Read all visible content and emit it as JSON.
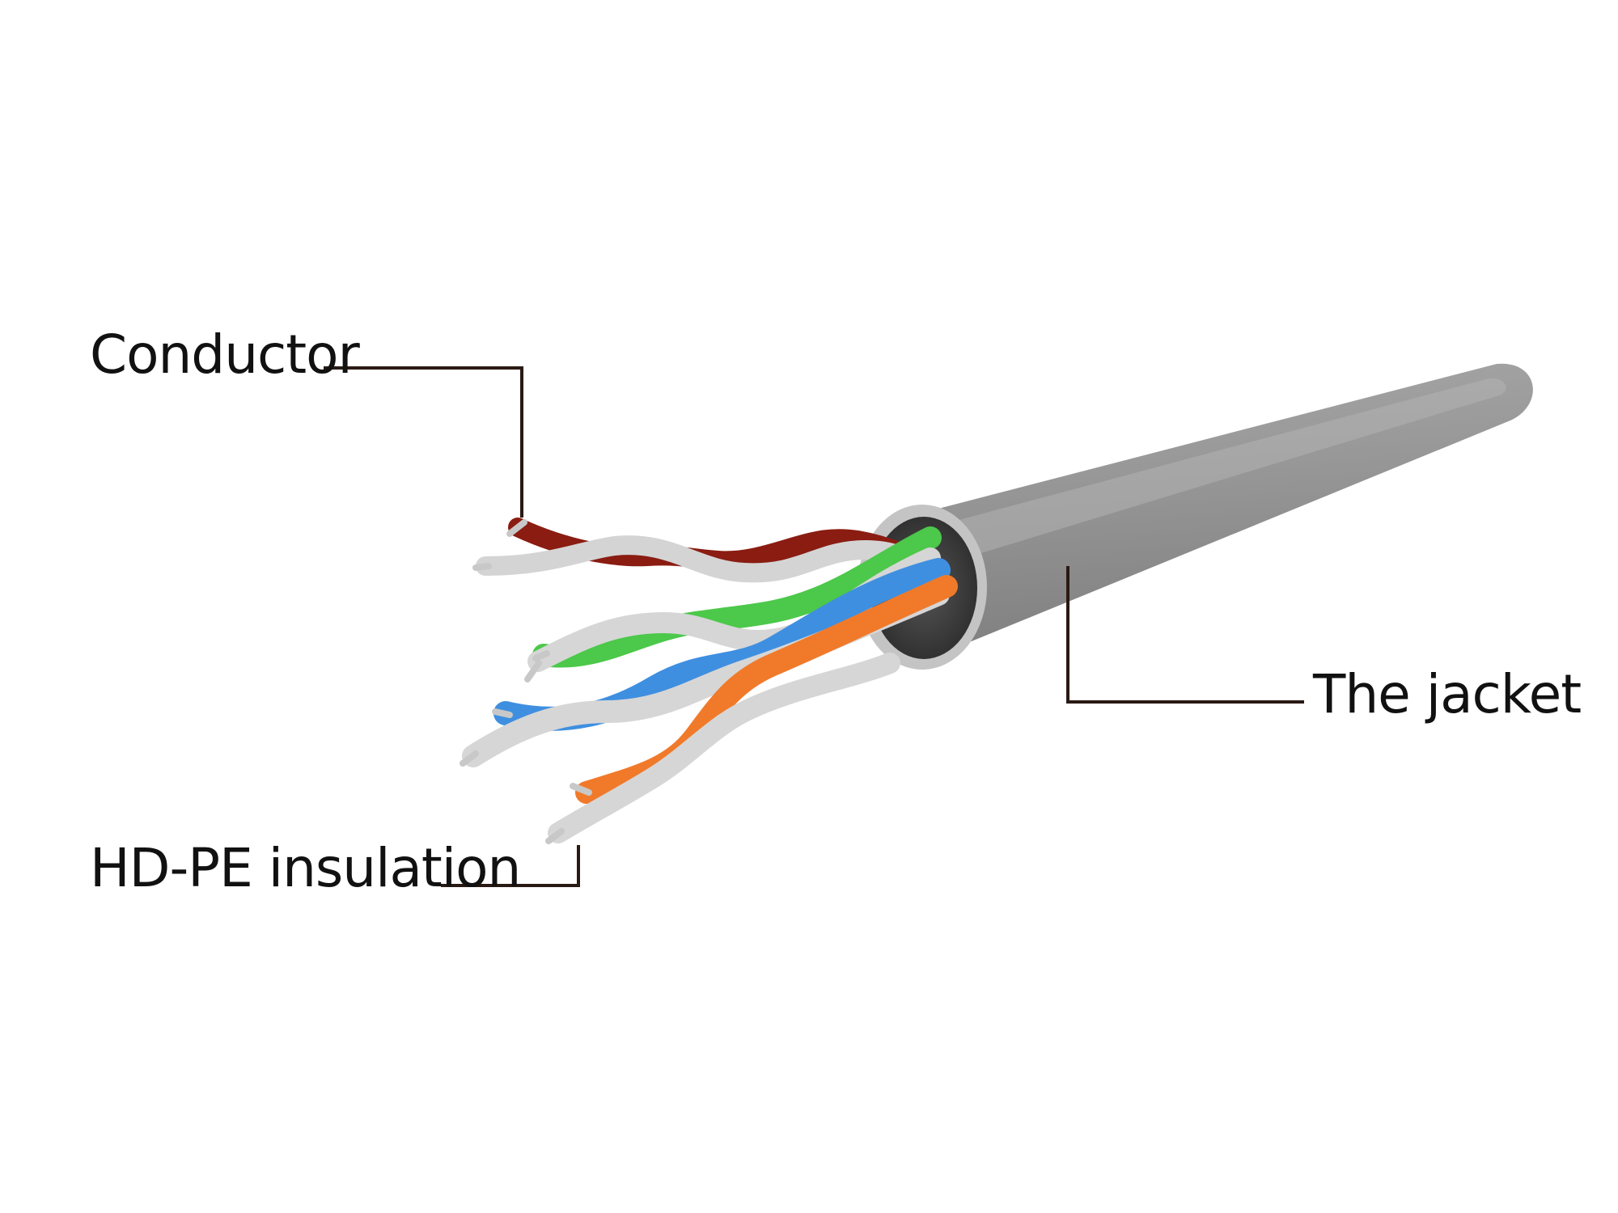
{
  "labels": {
    "conductor": "Conductor",
    "jacket": "The jacket",
    "insulation": "HD-PE insulation"
  },
  "colors": {
    "background": "#ffffff",
    "jacket": "#8f8f8f",
    "jacket_highlight": "#a9a9a9",
    "jacket_rim": "#bfbfbf",
    "cable_core_dark": "#3a3a3a",
    "pair_white": "#d6d6d6",
    "pair_brown": "#8a1c12",
    "pair_green": "#4cc84a",
    "pair_blue": "#3f8fe0",
    "pair_orange": "#f07a2a",
    "conductor_metal": "#c8c8c8",
    "leader_line": "#2a1a14"
  },
  "icons": {
    "diagram": "twisted-pair-cable-illustration"
  }
}
